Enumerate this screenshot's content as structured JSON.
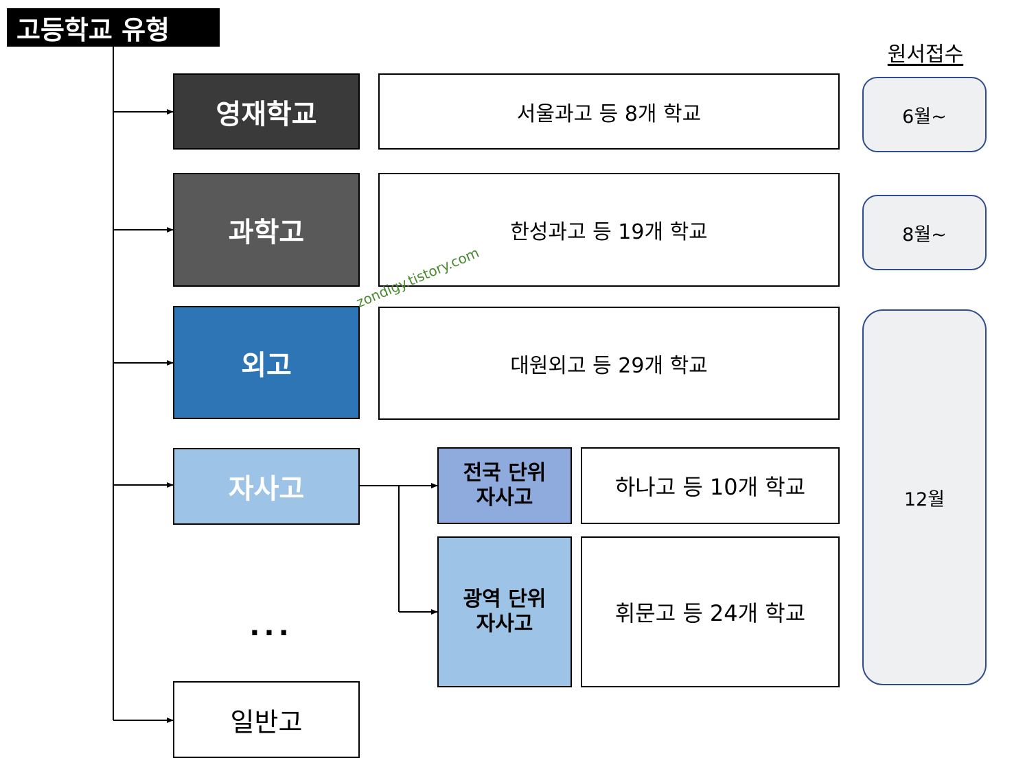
{
  "title": "고등학교 유형",
  "header": {
    "label": "원서접수"
  },
  "types": [
    {
      "name": "영재학교",
      "desc": "서울과고 등 8개 학교"
    },
    {
      "name": "과학고",
      "desc": "한성과고 등 19개 학교"
    },
    {
      "name": "외고",
      "desc": "대원외고 등 29개 학교"
    },
    {
      "name": "자사고"
    },
    {
      "name": "일반고"
    }
  ],
  "subtypes": [
    {
      "name_line1": "전국 단위",
      "name_line2": "자사고",
      "desc": "하나고 등 10개 학교"
    },
    {
      "name_line1": "광역 단위",
      "name_line2": "자사고",
      "desc": "휘문고 등 24개 학교"
    }
  ],
  "months": [
    "6월~",
    "8월~",
    "12월"
  ],
  "ellipsis": "···",
  "watermark": "zondigy.tistory.com",
  "colors": {
    "gifted": "#3a3a3a",
    "science": "#595959",
    "foreign": "#2e75b6",
    "autonomous": "#9dc3e6",
    "national": "#8faadc",
    "regional": "#9dc3e6",
    "month_border": "#2f4c8c",
    "month_fill": "#eff0f2"
  }
}
